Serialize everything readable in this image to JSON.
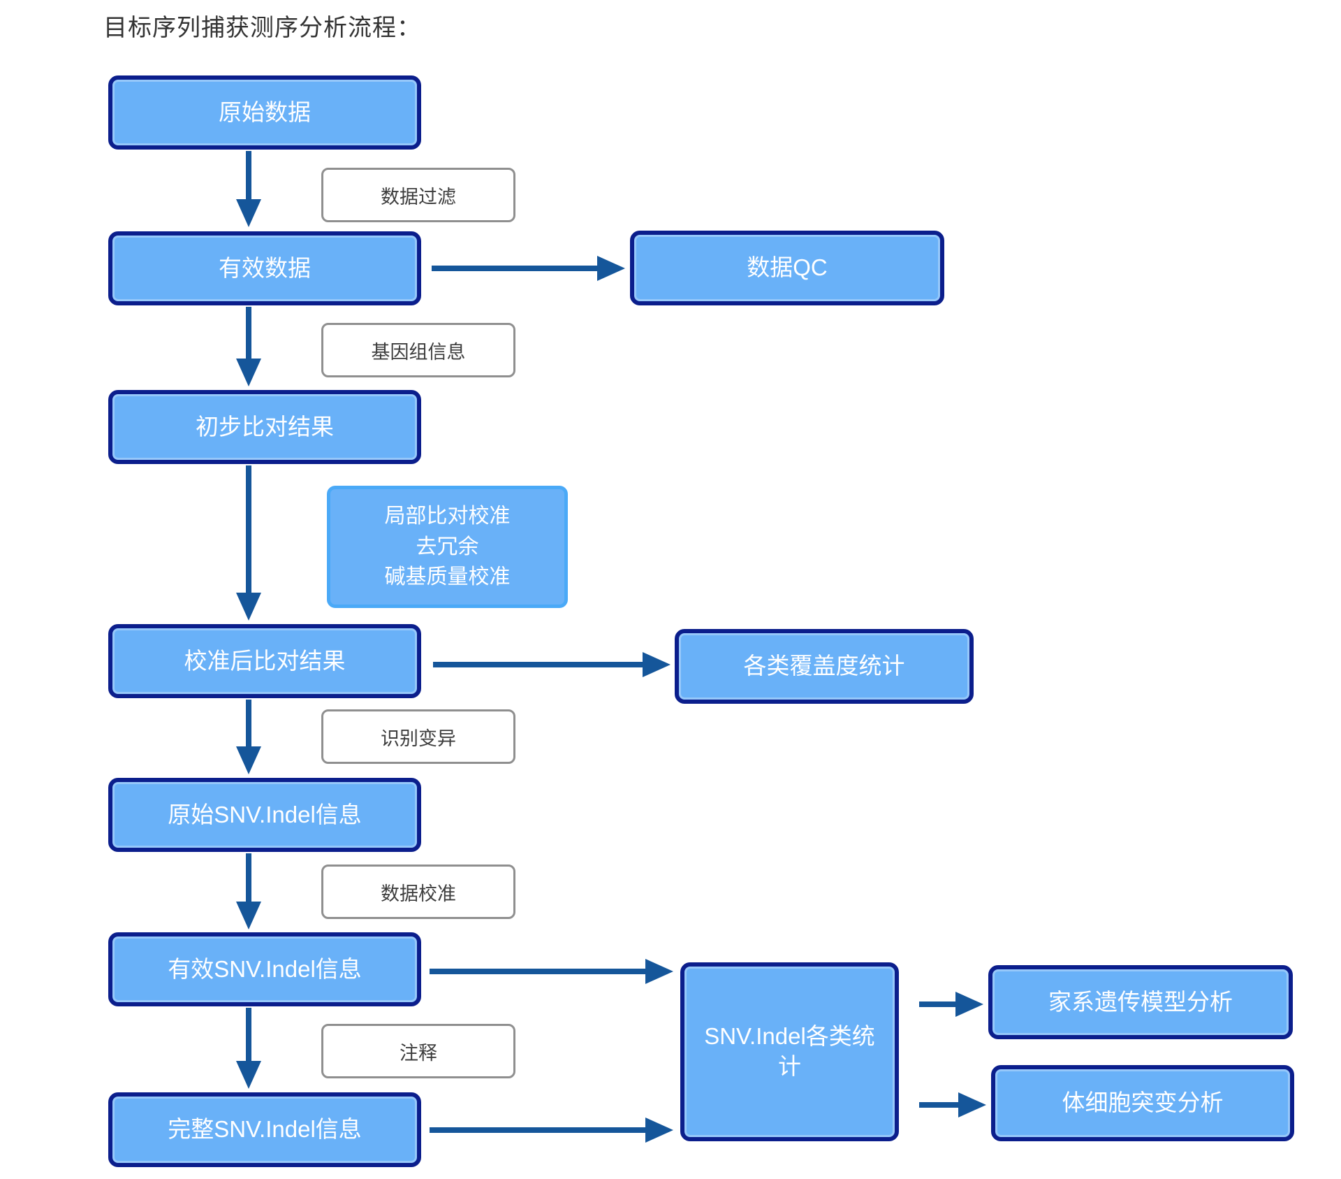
{
  "title": "目标序列捕获测序分析流程：",
  "palette": {
    "node_fill": "#69b1f8",
    "node_border": "#0b1e8c",
    "process_box_border": "#4aa9f7",
    "arrow": "#15569a",
    "label_box_border": "#8f8f8f",
    "label_text": "#3d3d3d",
    "node_text": "#ffffff",
    "background": "#ffffff"
  },
  "nodes": {
    "raw_data": {
      "label": "原始数据"
    },
    "valid_data": {
      "label": "有效数据"
    },
    "data_qc": {
      "label": "数据QC"
    },
    "prelim_align": {
      "label": "初步比对结果"
    },
    "calib_align": {
      "label": "校准后比对结果"
    },
    "coverage_stats": {
      "label": "各类覆盖度统计"
    },
    "raw_snv": {
      "label": "原始SNV.Indel信息"
    },
    "valid_snv": {
      "label": "有效SNV.Indel信息"
    },
    "complete_snv": {
      "label": "完整SNV.Indel信息"
    },
    "snv_stats": {
      "label": "SNV.Indel各类统计"
    },
    "family_model": {
      "label": "家系遗传模型分析"
    },
    "somatic": {
      "label": "体细胞突变分析"
    }
  },
  "process_labels": {
    "data_filter": {
      "label": "数据过滤"
    },
    "genome_info": {
      "label": "基因组信息"
    },
    "local_calib": {
      "lines": [
        "局部比对校准",
        "去冗余",
        "碱基质量校准"
      ]
    },
    "variant_call": {
      "label": "识别变异"
    },
    "data_calib": {
      "label": "数据校准"
    },
    "annotation": {
      "label": "注释"
    }
  }
}
